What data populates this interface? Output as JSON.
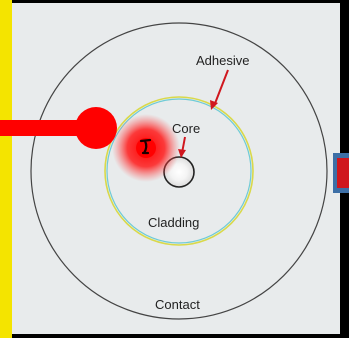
{
  "labels": {
    "adhesive": "Adhesive",
    "core": "Core",
    "cladding": "Cladding",
    "contact": "Contact"
  },
  "colors": {
    "panel": "#e8ebec",
    "outer_ring": "#444444",
    "cladding_ring_inner": "#6ecbd6",
    "cladding_ring_outer": "#d9d94a",
    "arrow": "#d0171e",
    "probe": "#ff0000",
    "yellow_strip": "#f4e400",
    "tab_border": "#3d6fa6"
  }
}
